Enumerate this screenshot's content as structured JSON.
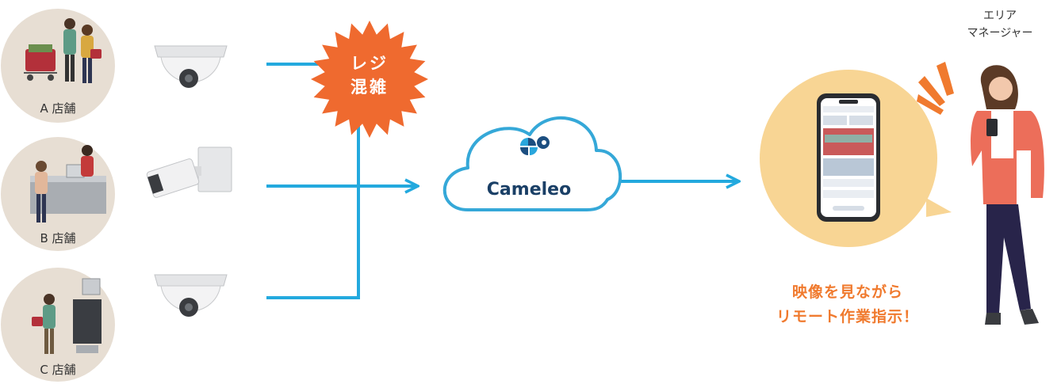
{
  "stores": [
    {
      "label": "A 店舗"
    },
    {
      "label": "B 店舗"
    },
    {
      "label": "C 店舗"
    }
  ],
  "alert": {
    "line1": "レジ",
    "line2": "混雑"
  },
  "cloud": {
    "label": "Cameleo"
  },
  "caption": {
    "line1": "映像を見ながら",
    "line2": "リモート作業指示！"
  },
  "manager": {
    "line1": "エリア",
    "line2": "マネージャー"
  },
  "colors": {
    "line": "#23a9de",
    "alert": "#ef6a2f",
    "cloud_outline": "#35a8d8",
    "cloud_text": "#1a3f66",
    "caption": "#f07a2e",
    "store_circle": "#e7ded3",
    "bubble": "#f8d594"
  }
}
